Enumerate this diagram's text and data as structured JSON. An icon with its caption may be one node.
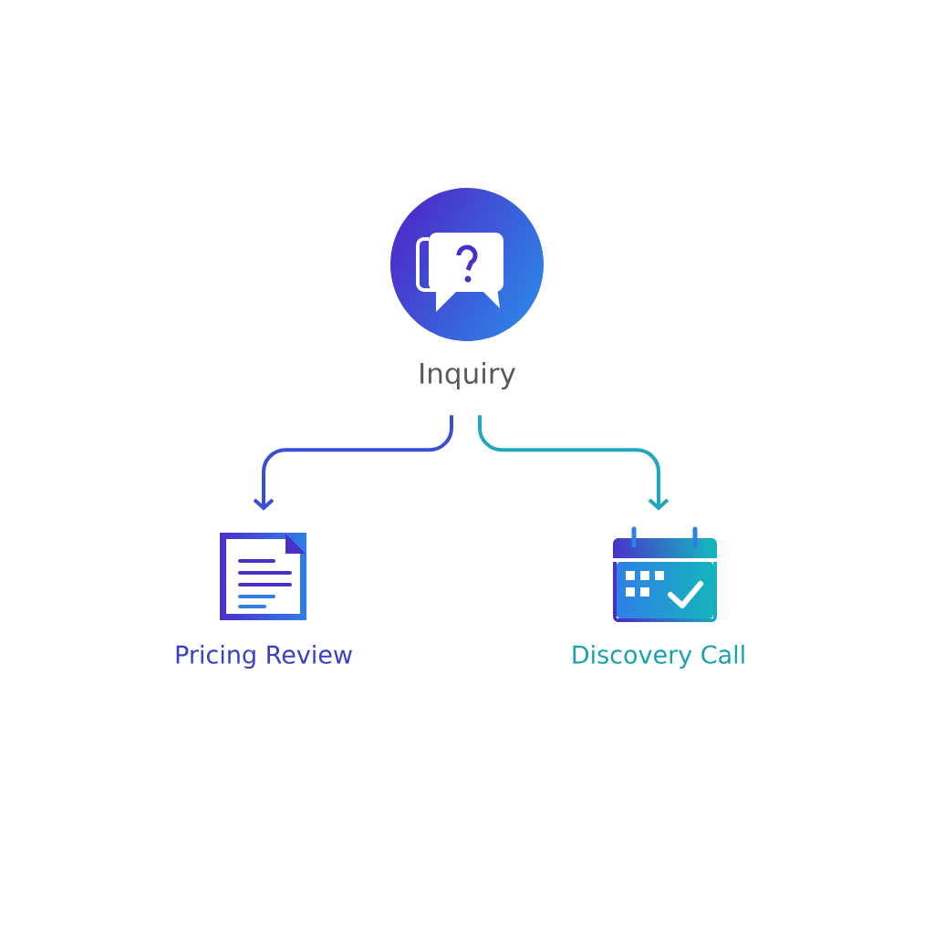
{
  "diagram": {
    "nodes": [
      {
        "text": [
          "Inquiry"
        ]
      },
      {
        "text": [
          "Pricing Review"
        ]
      },
      {
        "text": [
          "Discovery Call"
        ]
      }
    ],
    "edges": [
      {
        "from": 0,
        "to": 1,
        "arrow": "to",
        "color": "#3b4fd6"
      },
      {
        "from": 0,
        "to": 2,
        "arrow": "to",
        "color": "#1fa8bc"
      }
    ]
  }
}
